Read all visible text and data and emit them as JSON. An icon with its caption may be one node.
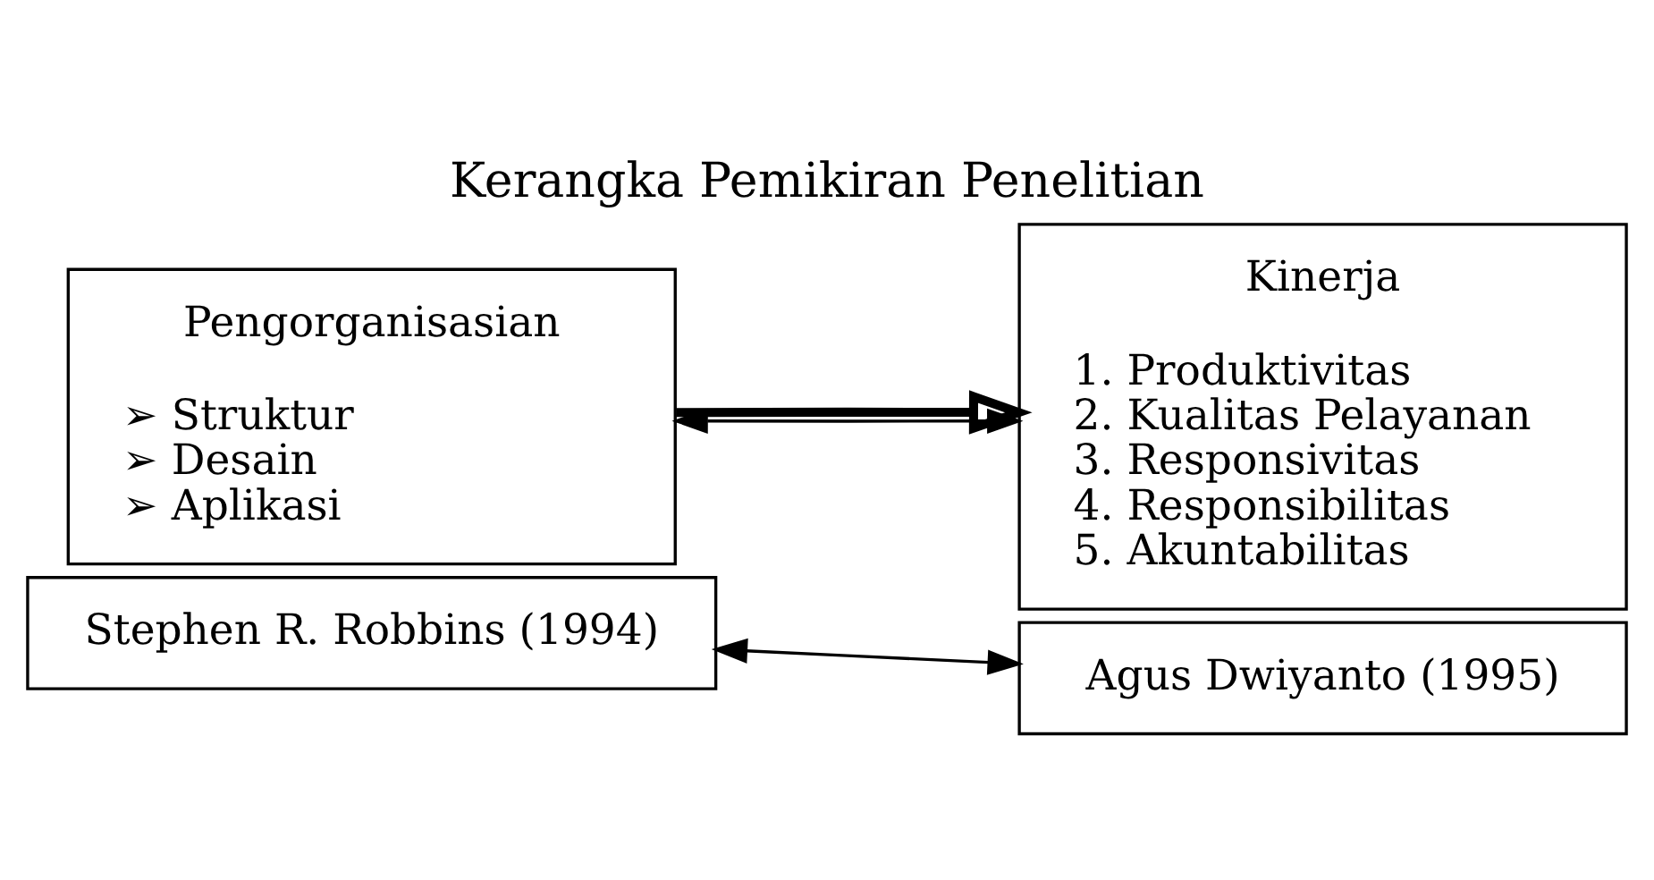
{
  "diagram": {
    "title": "Kerangka Pemikiran Penelitian",
    "nodes": [
      {
        "text": [
          "Pengorganisasian",
          "➢ Struktur",
          "➢ Desain",
          "➢ Aplikasi"
        ]
      },
      {
        "text": [
          "Stephen R. Robbins (1994)"
        ]
      },
      {
        "text": [
          "Kinerja",
          "1. Produktivitas",
          "2. Kualitas Pelayanan",
          "3. Responsivitas",
          "4. Responsibilitas",
          "5. Akuntabilitas"
        ]
      },
      {
        "text": [
          "Agus Dwiyanto (1995)"
        ]
      }
    ],
    "edges": [
      {
        "from": 0,
        "to": 2,
        "arrow": "both"
      },
      {
        "from": 0,
        "to": 2,
        "arrow": "to",
        "style": "thick"
      },
      {
        "from": 1,
        "to": 3,
        "arrow": "both"
      }
    ]
  }
}
